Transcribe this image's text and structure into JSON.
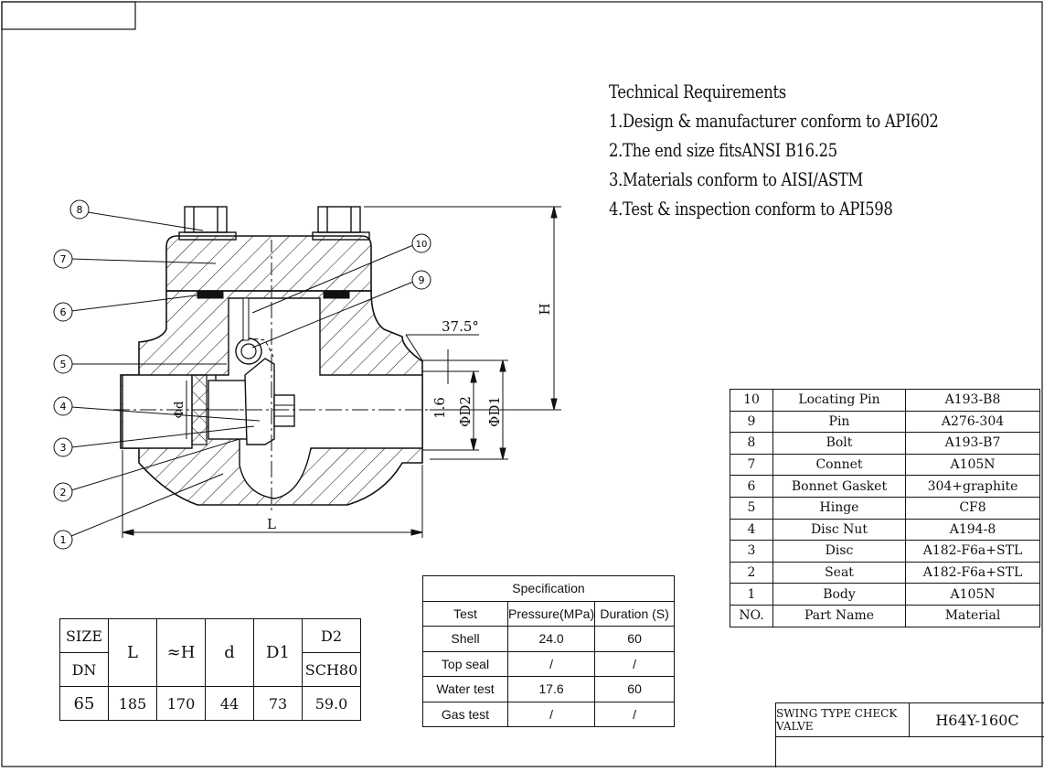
{
  "technical_requirements": {
    "title": "Technical Requirements",
    "items": [
      "1.Design & manufacturer conform to API602",
      "2.The end size fitsANSI B16.25",
      "3.Materials conform to AISI/ASTM",
      "4.Test & inspection conform to API598"
    ]
  },
  "callouts": [
    "1",
    "2",
    "3",
    "4",
    "5",
    "6",
    "7",
    "8",
    "9",
    "10"
  ],
  "dimension_labels": {
    "angle": "37.5°",
    "height": "H",
    "length": "L",
    "small_offset": "1.6",
    "d2": "ΦD2",
    "d1": "ΦD1",
    "bore": "Φd"
  },
  "parts_list": {
    "header": {
      "no": "NO.",
      "name": "Part Name",
      "material": "Material"
    },
    "rows": [
      {
        "no": "10",
        "name": "Locating Pin",
        "material": "A193-B8"
      },
      {
        "no": "9",
        "name": "Pin",
        "material": "A276-304"
      },
      {
        "no": "8",
        "name": "Bolt",
        "material": "A193-B7"
      },
      {
        "no": "7",
        "name": "Connet",
        "material": "A105N"
      },
      {
        "no": "6",
        "name": "Bonnet Gasket",
        "material": "304+graphite"
      },
      {
        "no": "5",
        "name": "Hinge",
        "material": "CF8"
      },
      {
        "no": "4",
        "name": "Disc Nut",
        "material": "A194-8"
      },
      {
        "no": "3",
        "name": "Disc",
        "material": "A182-F6a+STL"
      },
      {
        "no": "2",
        "name": "Seat",
        "material": "A182-F6a+STL"
      },
      {
        "no": "1",
        "name": "Body",
        "material": "A105N"
      }
    ]
  },
  "specification": {
    "title": "Specification",
    "headers": [
      "Test",
      "Pressure(MPa)",
      "Duration (S)"
    ],
    "rows": [
      [
        "Shell",
        "24.0",
        "60"
      ],
      [
        "Top seal",
        "/",
        "/"
      ],
      [
        "Water test",
        "17.6",
        "60"
      ],
      [
        "Gas test",
        "/",
        "/"
      ]
    ]
  },
  "size_table": {
    "size": "SIZE",
    "dn": "DN",
    "l": "L",
    "h": "≈H",
    "d": "d",
    "d1": "D1",
    "d2": "D2",
    "sch": "SCH80",
    "values": [
      "65",
      "185",
      "170",
      "44",
      "73",
      "59.0"
    ]
  },
  "title_block": {
    "name": "SWING TYPE CHECK VALVE",
    "code": "H64Y-160C"
  }
}
